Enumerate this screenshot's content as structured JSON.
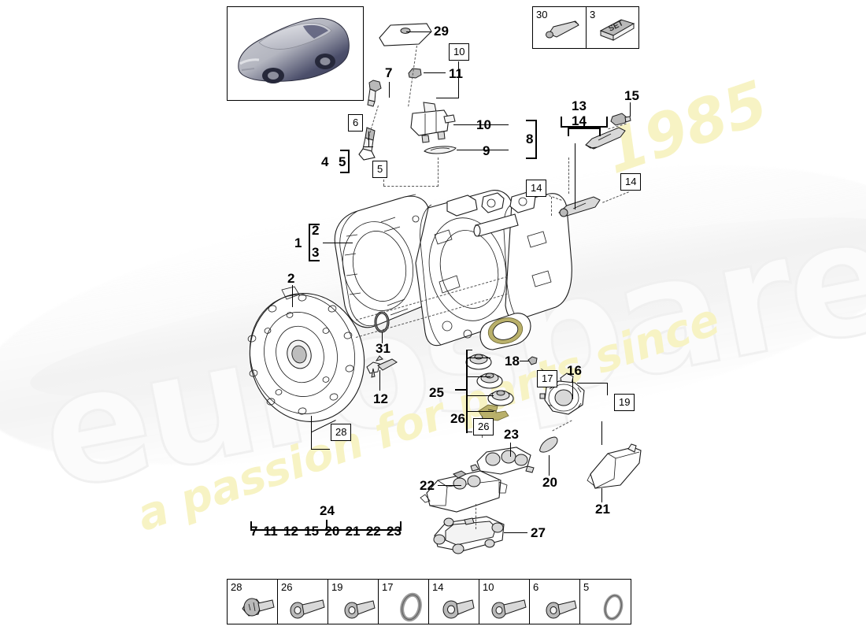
{
  "diagram": {
    "title": "Transmission / gearbox exploded parts diagram",
    "vehicle_thumbnail": "suv-vehicle-illustration"
  },
  "top_boxes": [
    {
      "number": "30",
      "item": "sealant-tube-icon"
    },
    {
      "number": "3",
      "item": "set-box-icon",
      "face_text": "SET"
    }
  ],
  "callouts": [
    {
      "id": "c1",
      "number": "1"
    },
    {
      "id": "c2",
      "number": "2"
    },
    {
      "id": "c3",
      "number": "3"
    },
    {
      "id": "c2b",
      "number": "2"
    },
    {
      "id": "c4",
      "number": "4"
    },
    {
      "id": "c5",
      "number": "5"
    },
    {
      "id": "c7",
      "number": "7"
    },
    {
      "id": "c8",
      "number": "8"
    },
    {
      "id": "c9",
      "number": "9"
    },
    {
      "id": "c10",
      "number": "10"
    },
    {
      "id": "c11",
      "number": "11"
    },
    {
      "id": "c12",
      "number": "12"
    },
    {
      "id": "c13",
      "number": "13"
    },
    {
      "id": "c14",
      "number": "14"
    },
    {
      "id": "c15",
      "number": "15"
    },
    {
      "id": "c16",
      "number": "16"
    },
    {
      "id": "c18",
      "number": "18"
    },
    {
      "id": "c20",
      "number": "20"
    },
    {
      "id": "c21",
      "number": "21"
    },
    {
      "id": "c22",
      "number": "22"
    },
    {
      "id": "c23",
      "number": "23"
    },
    {
      "id": "c24",
      "number": "24"
    },
    {
      "id": "c25",
      "number": "25"
    },
    {
      "id": "c26",
      "number": "26"
    },
    {
      "id": "c27",
      "number": "27"
    },
    {
      "id": "c29",
      "number": "29"
    },
    {
      "id": "c31",
      "number": "31"
    }
  ],
  "boxed_callouts": [
    {
      "id": "b6",
      "number": "6"
    },
    {
      "id": "b5",
      "number": "5"
    },
    {
      "id": "b10",
      "number": "10"
    },
    {
      "id": "b14a",
      "number": "14"
    },
    {
      "id": "b14b",
      "number": "14"
    },
    {
      "id": "b14c",
      "number": "14"
    },
    {
      "id": "b17",
      "number": "17"
    },
    {
      "id": "b19",
      "number": "19"
    },
    {
      "id": "b26",
      "number": "26"
    },
    {
      "id": "b28",
      "number": "28"
    }
  ],
  "set_bracket": {
    "label": "24",
    "members": [
      "7",
      "11",
      "12",
      "15",
      "20",
      "21",
      "22",
      "23"
    ]
  },
  "part_strip": [
    {
      "number": "28",
      "icon": "bolt-flange-head-icon"
    },
    {
      "number": "26",
      "icon": "bolt-long-icon"
    },
    {
      "number": "19",
      "icon": "bolt-short-icon"
    },
    {
      "number": "17",
      "icon": "o-ring-icon"
    },
    {
      "number": "14",
      "icon": "bolt-medium-icon"
    },
    {
      "number": "10",
      "icon": "bolt-long-icon"
    },
    {
      "number": "6",
      "icon": "bolt-short-icon"
    },
    {
      "number": "5",
      "icon": "o-ring-icon"
    }
  ],
  "watermark": {
    "brand": "eurospares",
    "tagline": "a passion for parts since",
    "year": "1985",
    "brand_color": "#f2f2f2",
    "tagline_color": "#f7f3c4"
  }
}
